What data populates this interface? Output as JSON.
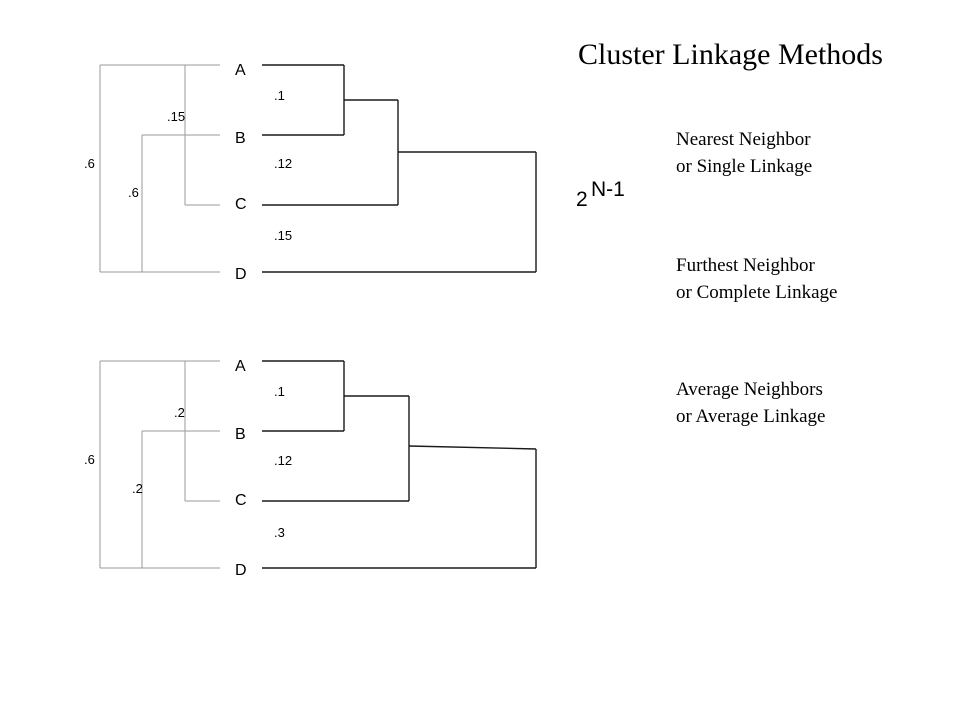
{
  "title": "Cluster Linkage Methods",
  "methods": [
    {
      "line1": "Nearest Neighbor",
      "line2": "or Single Linkage"
    },
    {
      "line1": "Furthest Neighbor",
      "line2": "or Complete Linkage"
    },
    {
      "line1": "Average Neighbors",
      "line2": "or Average Linkage"
    }
  ],
  "formula": {
    "base": "2",
    "exponent": "N-1"
  },
  "dendrograms": [
    {
      "items": [
        "A",
        "B",
        "C",
        "D"
      ],
      "gap_labels": [
        ".1",
        ".12",
        ".15"
      ],
      "left_labels": {
        "outer": ".6",
        "upper": ".15",
        "lower": ".6"
      }
    },
    {
      "items": [
        "A",
        "B",
        "C",
        "D"
      ],
      "gap_labels": [
        ".1",
        ".12",
        ".3"
      ],
      "left_labels": {
        "outer": ".6",
        "upper": ".2",
        "lower": ".2"
      }
    }
  ]
}
